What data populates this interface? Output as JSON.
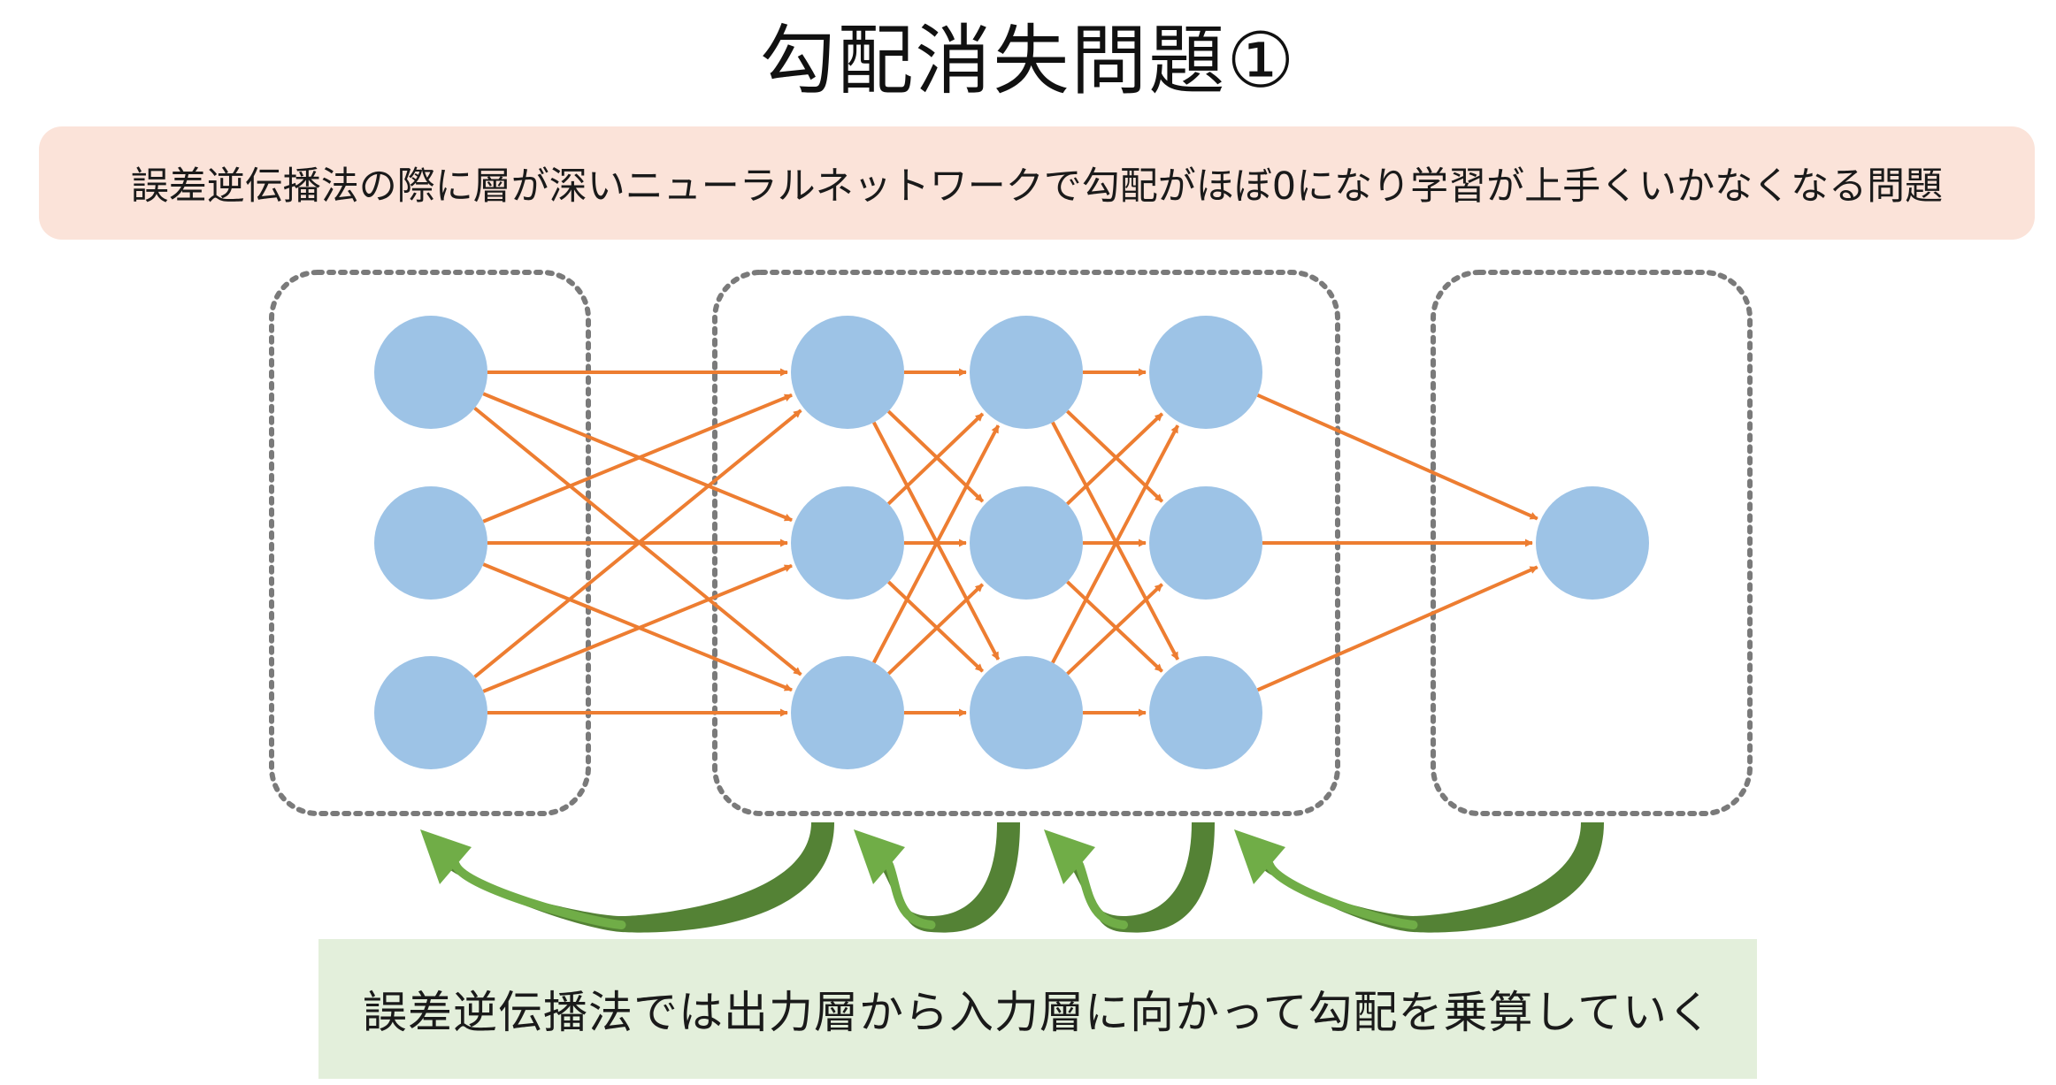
{
  "title": "勾配消失問題①",
  "problem_text": "誤差逆伝播法の際に層が深いニューラルネットワークで勾配がほぼ0になり学習が上手くいかなくなる問題",
  "backprop_text": "誤差逆伝播法では出力層から入力層に向かって勾配を乗算していく",
  "colors": {
    "problem_box": "#fbe3d9",
    "backprop_box": "#e3efdb",
    "node": "#9dc3e6",
    "edge": "#ed7d31",
    "group_border": "#7a7a7a",
    "gradient_arrow_light": "#70ad47",
    "gradient_arrow_dark": "#548235"
  },
  "network": {
    "layers": [
      {
        "group": "input",
        "nodes": 3
      },
      {
        "group": "hidden",
        "nodes": 3
      },
      {
        "group": "hidden",
        "nodes": 3
      },
      {
        "group": "hidden",
        "nodes": 3
      },
      {
        "group": "output",
        "nodes": 1
      }
    ],
    "groups": [
      "input",
      "hidden",
      "output"
    ],
    "connection": "fully-connected",
    "gradient_arrows": [
      {
        "from": "hidden",
        "to": "input"
      },
      {
        "from": "layer-3",
        "to": "layer-2"
      },
      {
        "from": "layer-4",
        "to": "layer-3"
      },
      {
        "from": "output",
        "to": "hidden"
      }
    ]
  }
}
